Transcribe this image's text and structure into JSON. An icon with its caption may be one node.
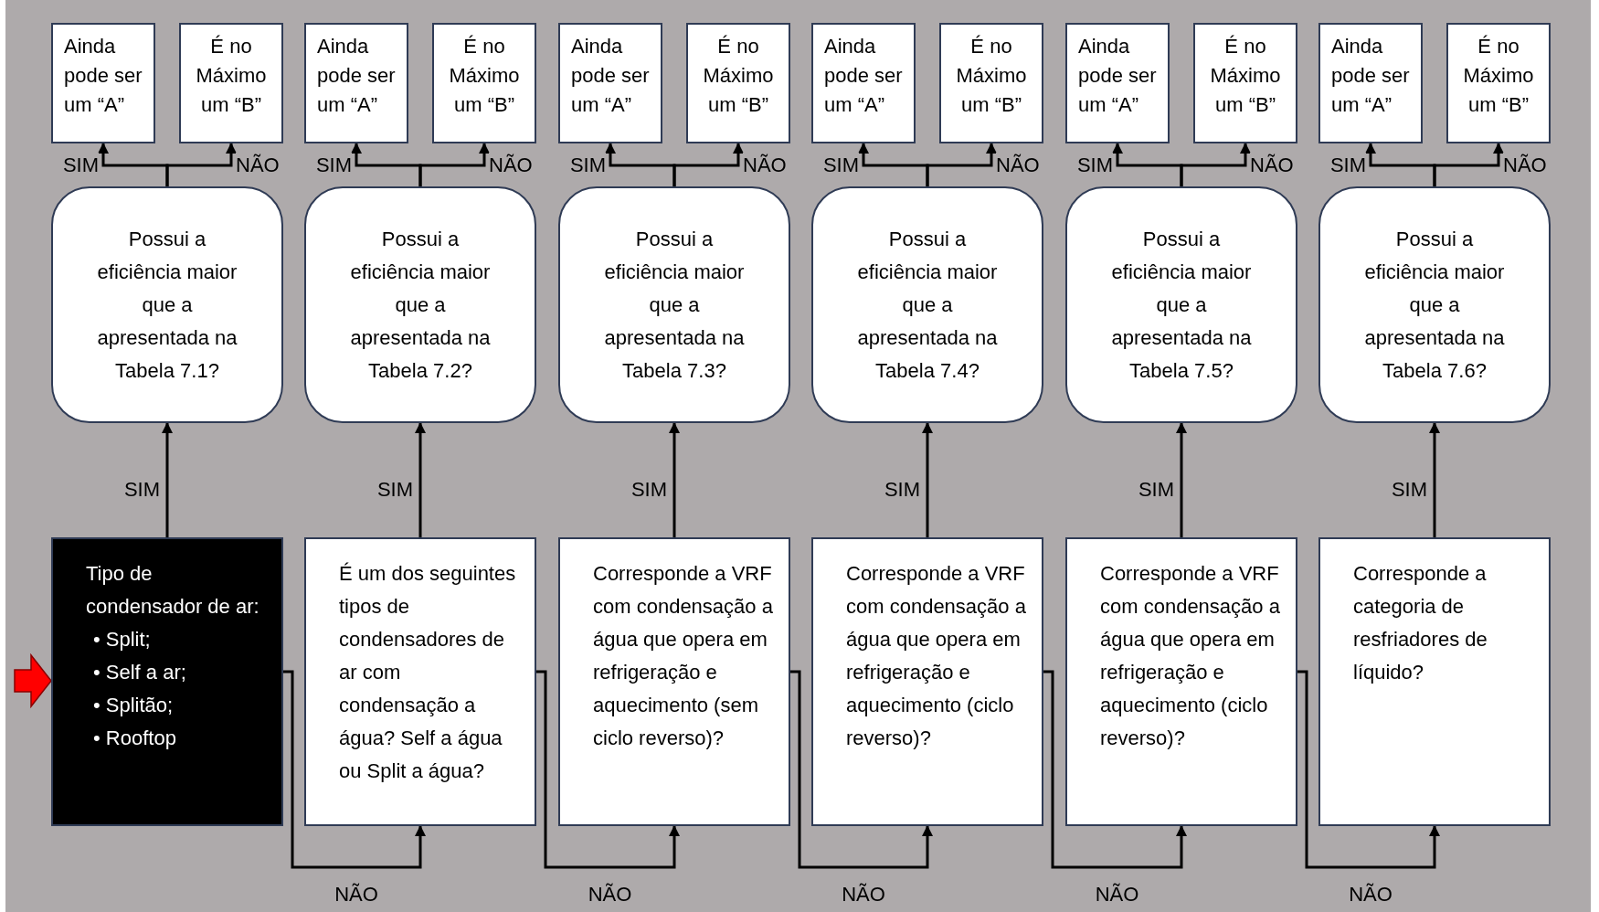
{
  "diagram": {
    "nodes": [
      {
        "text": [
          "Ainda pode ser um “A”"
        ]
      },
      {
        "text": [
          "É no Máximo um “B”"
        ]
      },
      {
        "text": [
          "Possui a eficiência maior que a apresentada na Tabela 7.1?"
        ]
      },
      {
        "text": [
          "Tipo de condensador de ar:",
          "• Split;",
          "• Self a ar;",
          "• Splitão;",
          "• Rooftop"
        ]
      },
      {
        "text": [
          "Ainda pode ser um “A”"
        ]
      },
      {
        "text": [
          "É no Máximo um “B”"
        ]
      },
      {
        "text": [
          "Possui a eficiência maior que a apresentada na Tabela 7.2?"
        ]
      },
      {
        "text": [
          "É um dos seguintes tipos de condensadores de ar com condensação a água? Self a água ou Split a água?"
        ]
      },
      {
        "text": [
          "Ainda pode ser um “A”"
        ]
      },
      {
        "text": [
          "É no Máximo um “B”"
        ]
      },
      {
        "text": [
          "Possui a eficiência maior que a apresentada na Tabela 7.3?"
        ]
      },
      {
        "text": [
          "Corresponde a VRF com condensação a água que opera em refrigeração e aquecimento (sem ciclo reverso)?"
        ]
      },
      {
        "text": [
          "Ainda pode ser um “A”"
        ]
      },
      {
        "text": [
          "É no Máximo um “B”"
        ]
      },
      {
        "text": [
          "Possui a eficiência maior que a apresentada na Tabela 7.4?"
        ]
      },
      {
        "text": [
          "Corresponde a VRF com condensação a água que opera em refrigeração e aquecimento (ciclo reverso)?"
        ]
      },
      {
        "text": [
          "Ainda pode ser um “A”"
        ]
      },
      {
        "text": [
          "É no Máximo um “B”"
        ]
      },
      {
        "text": [
          "Possui a eficiência maior que a apresentada na Tabela 7.5?"
        ]
      },
      {
        "text": [
          "Corresponde a VRF com condensação a água que opera em refrigeração e aquecimento (ciclo reverso)?"
        ]
      },
      {
        "text": [
          "Ainda pode ser um “A”"
        ]
      },
      {
        "text": [
          "É no Máximo um “B”"
        ]
      },
      {
        "text": [
          "Possui a eficiência maior que a apresentada na Tabela 7.6?"
        ]
      },
      {
        "text": [
          "Corresponde a categoria de resfriadores de líquido?"
        ]
      }
    ],
    "edges": [
      {
        "from": null,
        "to": 3,
        "arrow": "to",
        "style": "thick",
        "color": "#ff0000"
      },
      {
        "from": 3,
        "to": 2,
        "arrow": "to",
        "label": "SIM"
      },
      {
        "from": 2,
        "to": 0,
        "arrow": "to",
        "label": "SIM"
      },
      {
        "from": 2,
        "to": 1,
        "arrow": "to",
        "label": "NÃO"
      },
      {
        "from": 3,
        "to": 7,
        "arrow": "to",
        "label": "NÃO"
      },
      {
        "from": 7,
        "to": 6,
        "arrow": "to",
        "label": "SIM"
      },
      {
        "from": 6,
        "to": 4,
        "arrow": "to",
        "label": "SIM"
      },
      {
        "from": 6,
        "to": 5,
        "arrow": "to",
        "label": "NÃO"
      },
      {
        "from": 7,
        "to": 11,
        "arrow": "to",
        "label": "NÃO"
      },
      {
        "from": 11,
        "to": 10,
        "arrow": "to",
        "label": "SIM"
      },
      {
        "from": 10,
        "to": 8,
        "arrow": "to",
        "label": "SIM"
      },
      {
        "from": 10,
        "to": 9,
        "arrow": "to",
        "label": "NÃO"
      },
      {
        "from": 11,
        "to": 15,
        "arrow": "to",
        "label": "NÃO"
      },
      {
        "from": 15,
        "to": 14,
        "arrow": "to",
        "label": "SIM"
      },
      {
        "from": 14,
        "to": 12,
        "arrow": "to",
        "label": "SIM"
      },
      {
        "from": 14,
        "to": 13,
        "arrow": "to",
        "label": "NÃO"
      },
      {
        "from": 15,
        "to": 19,
        "arrow": "to",
        "label": "NÃO"
      },
      {
        "from": 19,
        "to": 18,
        "arrow": "to",
        "label": "SIM"
      },
      {
        "from": 18,
        "to": 16,
        "arrow": "to",
        "label": "SIM"
      },
      {
        "from": 18,
        "to": 17,
        "arrow": "to",
        "label": "NÃO"
      },
      {
        "from": 19,
        "to": 23,
        "arrow": "to",
        "label": "NÃO"
      },
      {
        "from": 23,
        "to": 22,
        "arrow": "to",
        "label": "SIM"
      },
      {
        "from": 22,
        "to": 20,
        "arrow": "to",
        "label": "SIM"
      },
      {
        "from": 22,
        "to": 21,
        "arrow": "to",
        "label": "NÃO"
      }
    ]
  }
}
